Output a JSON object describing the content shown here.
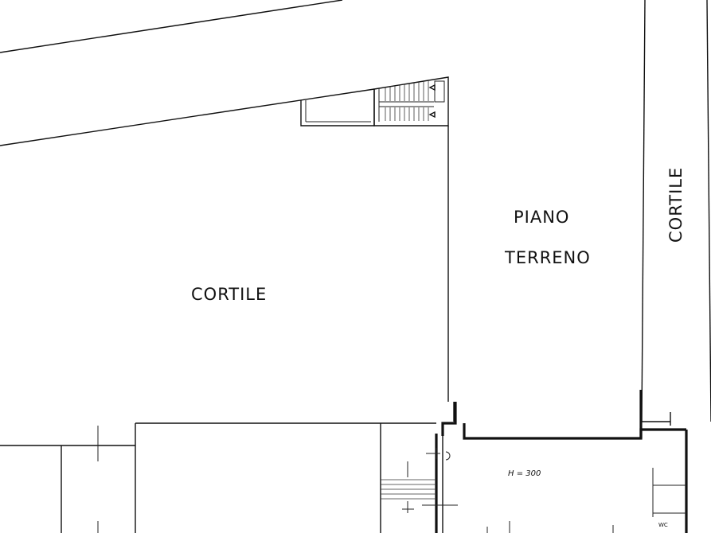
{
  "labels": {
    "courtyard_main": "CORTILE",
    "courtyard_side": "CORTILE",
    "floor_line1": "PIANO",
    "floor_line2": "TERRENO",
    "height_note": "H = 300",
    "wc_note": "WC"
  }
}
